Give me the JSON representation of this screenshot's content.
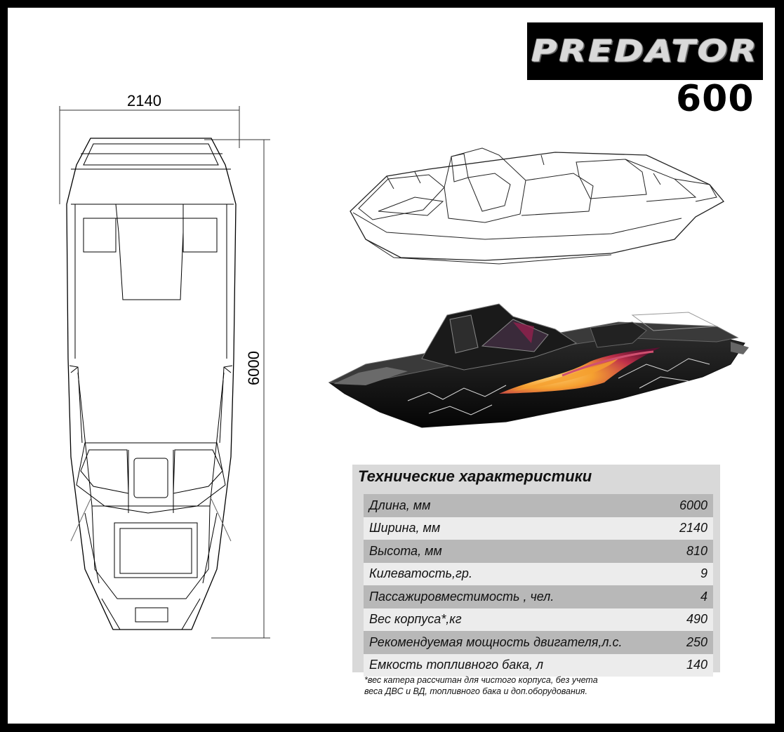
{
  "brand": {
    "logo_text": "PREDATOR",
    "model": "600",
    "logo_bg": "#000000"
  },
  "dimensions": {
    "width_label": "2140",
    "length_label": "6000"
  },
  "specs": {
    "title": "Технические характеристики",
    "rows": [
      {
        "label": "Длина, мм",
        "value": "6000"
      },
      {
        "label": "Ширина, мм",
        "value": "2140"
      },
      {
        "label": "Высота, мм",
        "value": "810"
      },
      {
        "label": "Килеватость,гр.",
        "value": "9"
      },
      {
        "label": "Пассажировместимость , чел.",
        "value": "4"
      },
      {
        "label": "Вес корпуса*,кг",
        "value": "490"
      },
      {
        "label": "Рекомендуемая мощность двигателя,л.с.",
        "value": "250"
      },
      {
        "label": "Емкость топливного бака, л",
        "value": "140"
      }
    ],
    "footnote_line1": "*вес катера рассчитан для чистого корпуса, без учета",
    "footnote_line2": "веса ДВС и ВД, топливного бака и доп.оборудования."
  },
  "colors": {
    "frame": "#000000",
    "panel_bg": "#d9d9d9",
    "row_dark": "#b8b8b8",
    "row_light": "#ececec",
    "flame_orange": "#f5a030",
    "flame_red": "#c0304a"
  }
}
